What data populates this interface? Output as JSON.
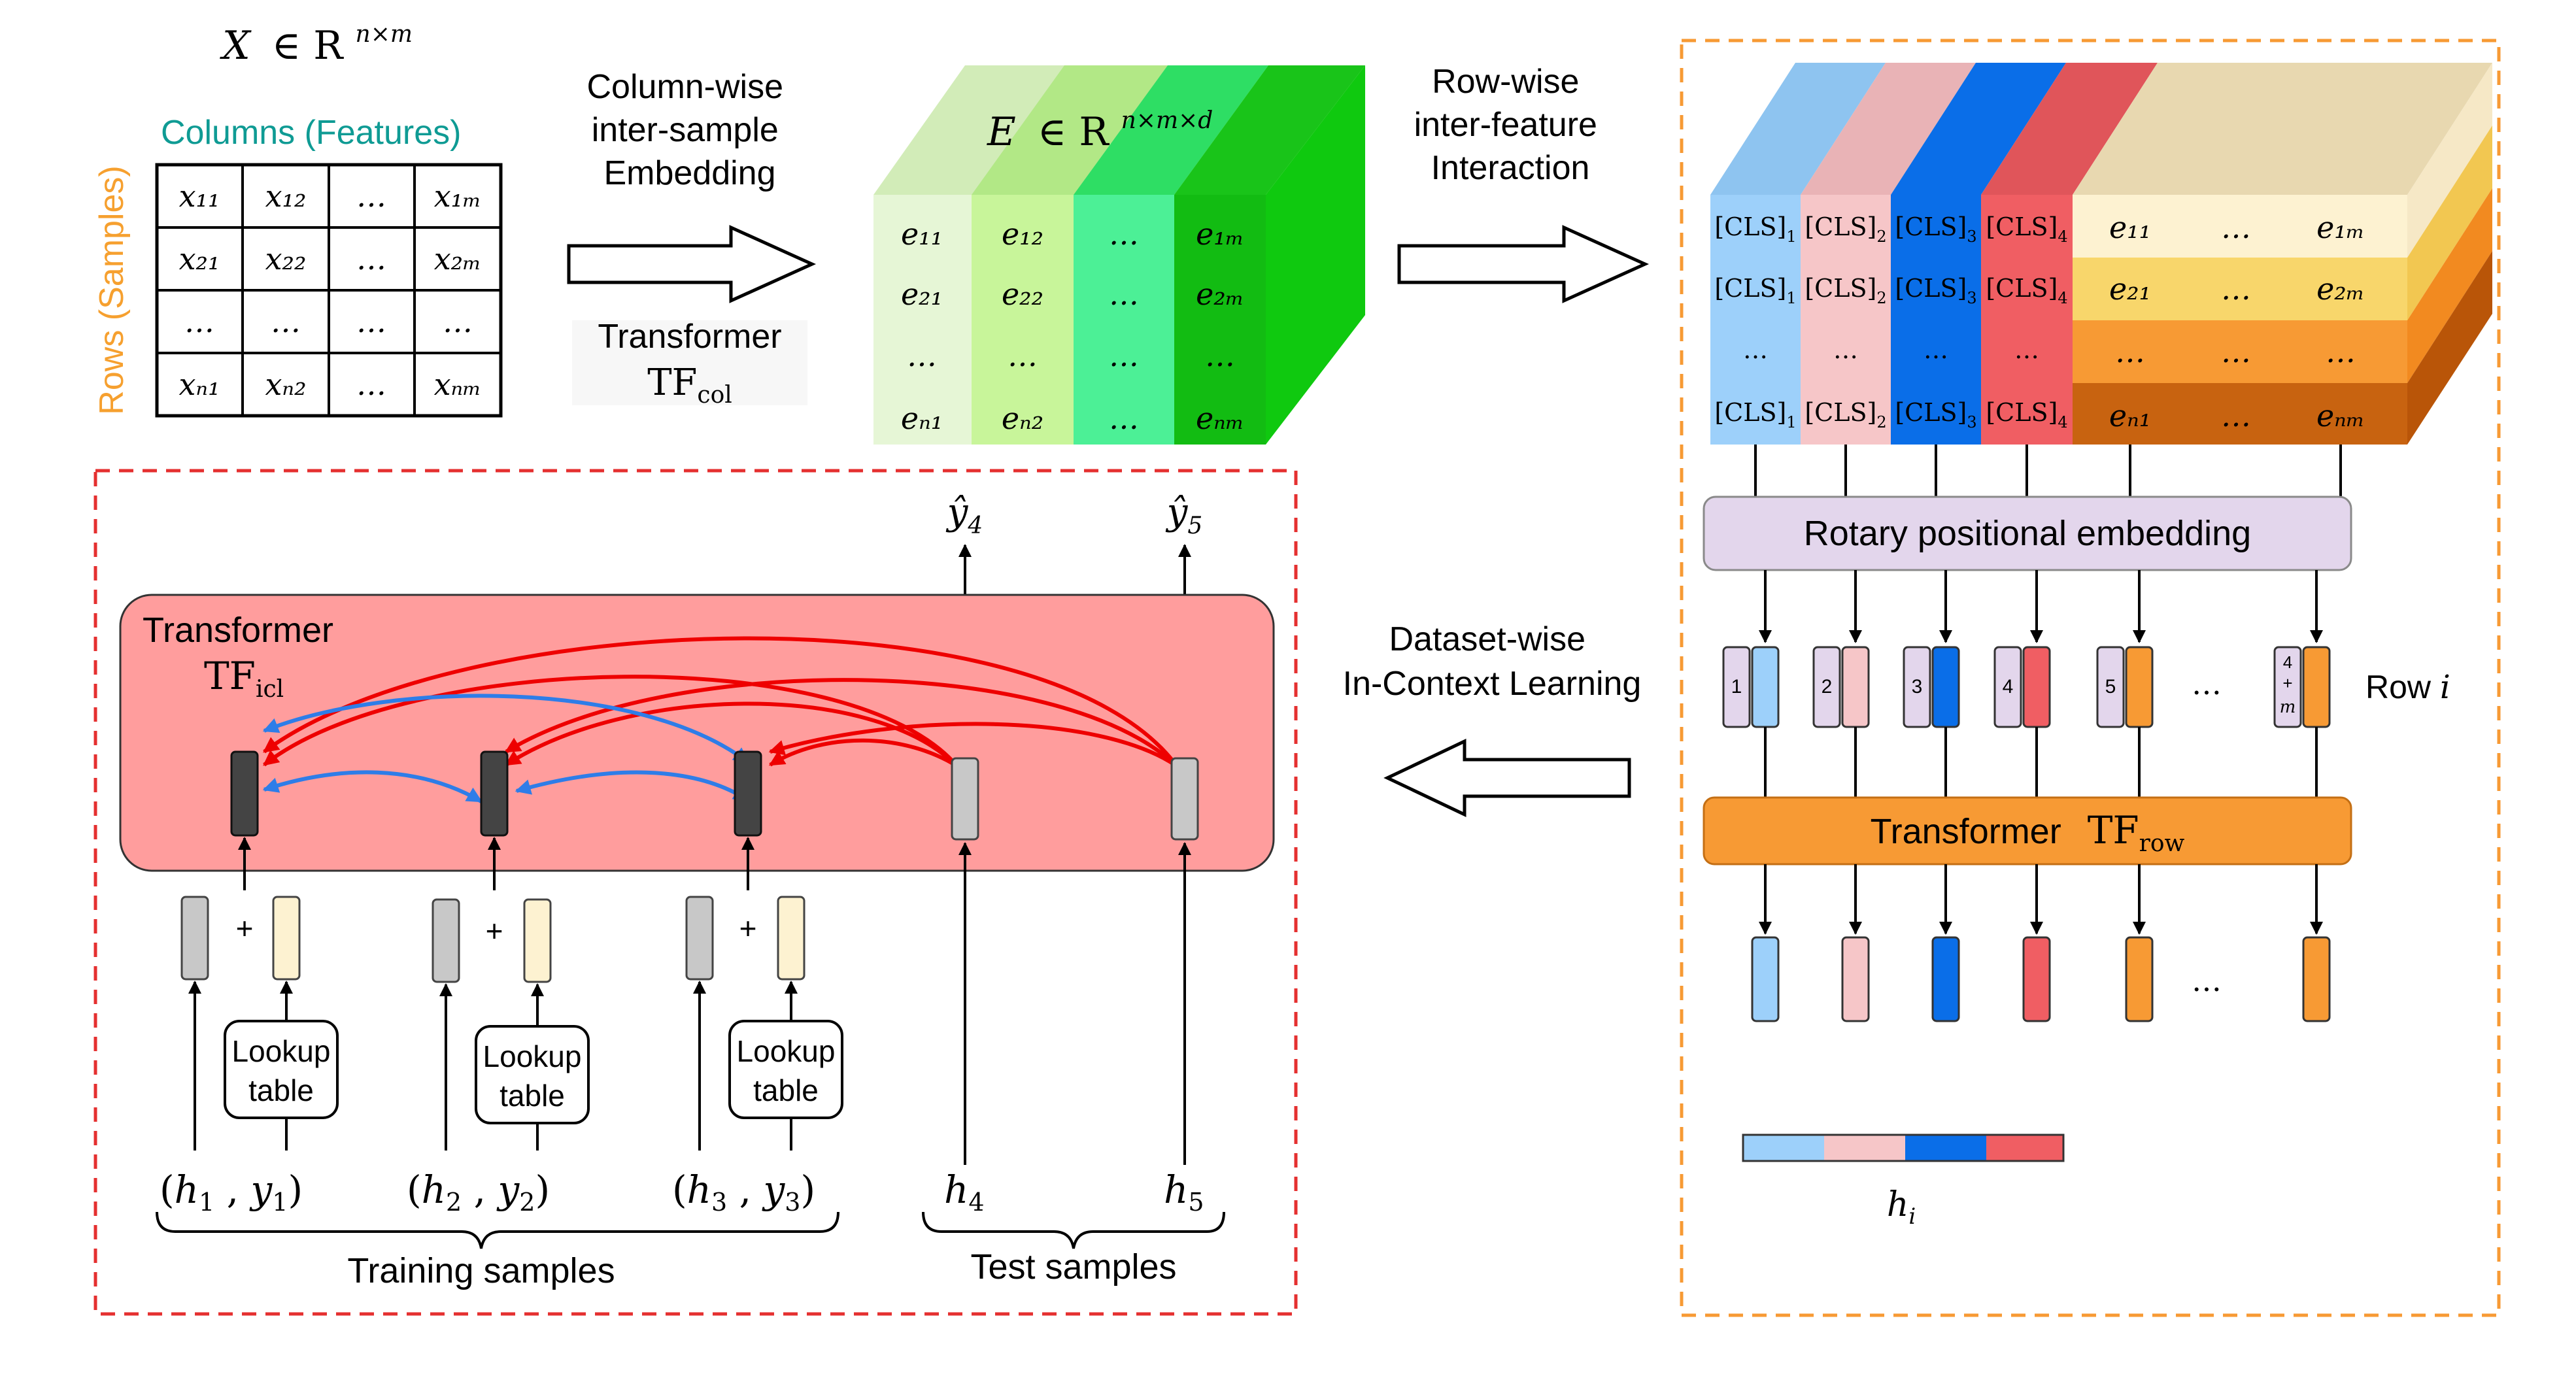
{
  "colors": {
    "green_col1": "#e6f6d6",
    "green_col2": "#c8f59a",
    "green_col3": "#4cf096",
    "green_col4": "#12bc12",
    "green_top1": "#d2ecb8",
    "green_top2": "#b2e886",
    "green_top3": "#2ede64",
    "green_top4": "#19c419",
    "green_side": "#0fc90f",
    "blue_light": "#9dd0fa",
    "pink_light": "#f6c6c8",
    "blue_strong": "#0a6ee8",
    "red_strong": "#f05e63",
    "cream": "#fdf2d1",
    "yellow": "#f8d66b",
    "orange": "#f79a34",
    "brown": "#c86310",
    "purple_bar": "#e3d6ec",
    "orange_bar": "#f79a34",
    "red_box": "#ff9d9d",
    "red_arrow": "#ee0000",
    "blue_arrow": "#2e7de8",
    "dash_orange": "#f79a34",
    "dash_red": "#e53030",
    "teal_text": "#0f9b94",
    "orange_text": "#f6a02f",
    "gray_token": "#c8c8c8",
    "dark_token": "#444444"
  },
  "input_matrix": {
    "title_lhs": "X",
    "title_set": "∈ R",
    "title_sup": "n×m",
    "columns_label": "Columns (Features)",
    "rows_label": "Rows (Samples)",
    "cells": [
      [
        "x₁₁",
        "x₁₂",
        "…",
        "x₁ₘ"
      ],
      [
        "x₂₁",
        "x₂₂",
        "…",
        "x₂ₘ"
      ],
      [
        "…",
        "…",
        "…",
        "…"
      ],
      [
        "xₙ₁",
        "xₙ₂",
        "…",
        "xₙₘ"
      ]
    ]
  },
  "step1": {
    "lines": [
      "Column-wise",
      "inter-sample",
      "Embedding"
    ],
    "model_label": "Transformer",
    "model_tf": "TF",
    "model_sub": "col"
  },
  "embedding_cube": {
    "title_lhs": "E",
    "title_set": "∈ R",
    "title_sup": "n×m×d",
    "cells": [
      [
        "e₁₁",
        "e₁₂",
        "…",
        "e₁ₘ"
      ],
      [
        "e₂₁",
        "e₂₂",
        "…",
        "e₂ₘ"
      ],
      [
        "…",
        "…",
        "…",
        "…"
      ],
      [
        "eₙ₁",
        "eₙ₂",
        "…",
        "eₙₘ"
      ]
    ]
  },
  "step2": {
    "lines": [
      "Row-wise",
      "inter-feature",
      "Interaction"
    ]
  },
  "cls_block": {
    "cls_text": "[CLS]",
    "cls_subs": [
      "1",
      "2",
      "3",
      "4"
    ],
    "feature_rows": [
      [
        "e₁₁",
        "…",
        "e₁ₘ"
      ],
      [
        "e₂₁",
        "…",
        "e₂ₘ"
      ],
      [
        "…",
        "…",
        "…"
      ],
      [
        "eₙ₁",
        "…",
        "eₙₘ"
      ]
    ],
    "dots": "…"
  },
  "row_pipeline": {
    "rope_label": "Rotary positional embedding",
    "position_ids": [
      "1",
      "2",
      "3",
      "4",
      "5"
    ],
    "last_position": [
      "4",
      "+",
      "m"
    ],
    "row_label": "Row ",
    "row_var": "i",
    "transformer_label": "Transformer",
    "transformer_tf": "TF",
    "transformer_sub": "row",
    "dots": "…",
    "h_base": "h",
    "h_sub": "i"
  },
  "step3": {
    "lines": [
      "Dataset-wise",
      "In-Context Learning"
    ]
  },
  "icl": {
    "box_label": "Transformer",
    "box_tf": "TF",
    "box_sub": "icl",
    "outputs": [
      {
        "base": "ŷ",
        "sub": "4"
      },
      {
        "base": "ŷ",
        "sub": "5"
      }
    ],
    "plus": "+",
    "lookup_line1": "Lookup",
    "lookup_line2": "table",
    "train_pairs": [
      {
        "h": "h",
        "hs": "1",
        "y": "y",
        "ys": "1"
      },
      {
        "h": "h",
        "hs": "2",
        "y": "y",
        "ys": "2"
      },
      {
        "h": "h",
        "hs": "3",
        "y": "y",
        "ys": "3"
      }
    ],
    "test_inputs": [
      {
        "h": "h",
        "hs": "4"
      },
      {
        "h": "h",
        "hs": "5"
      }
    ],
    "training_label": "Training samples",
    "test_label": "Test samples"
  }
}
